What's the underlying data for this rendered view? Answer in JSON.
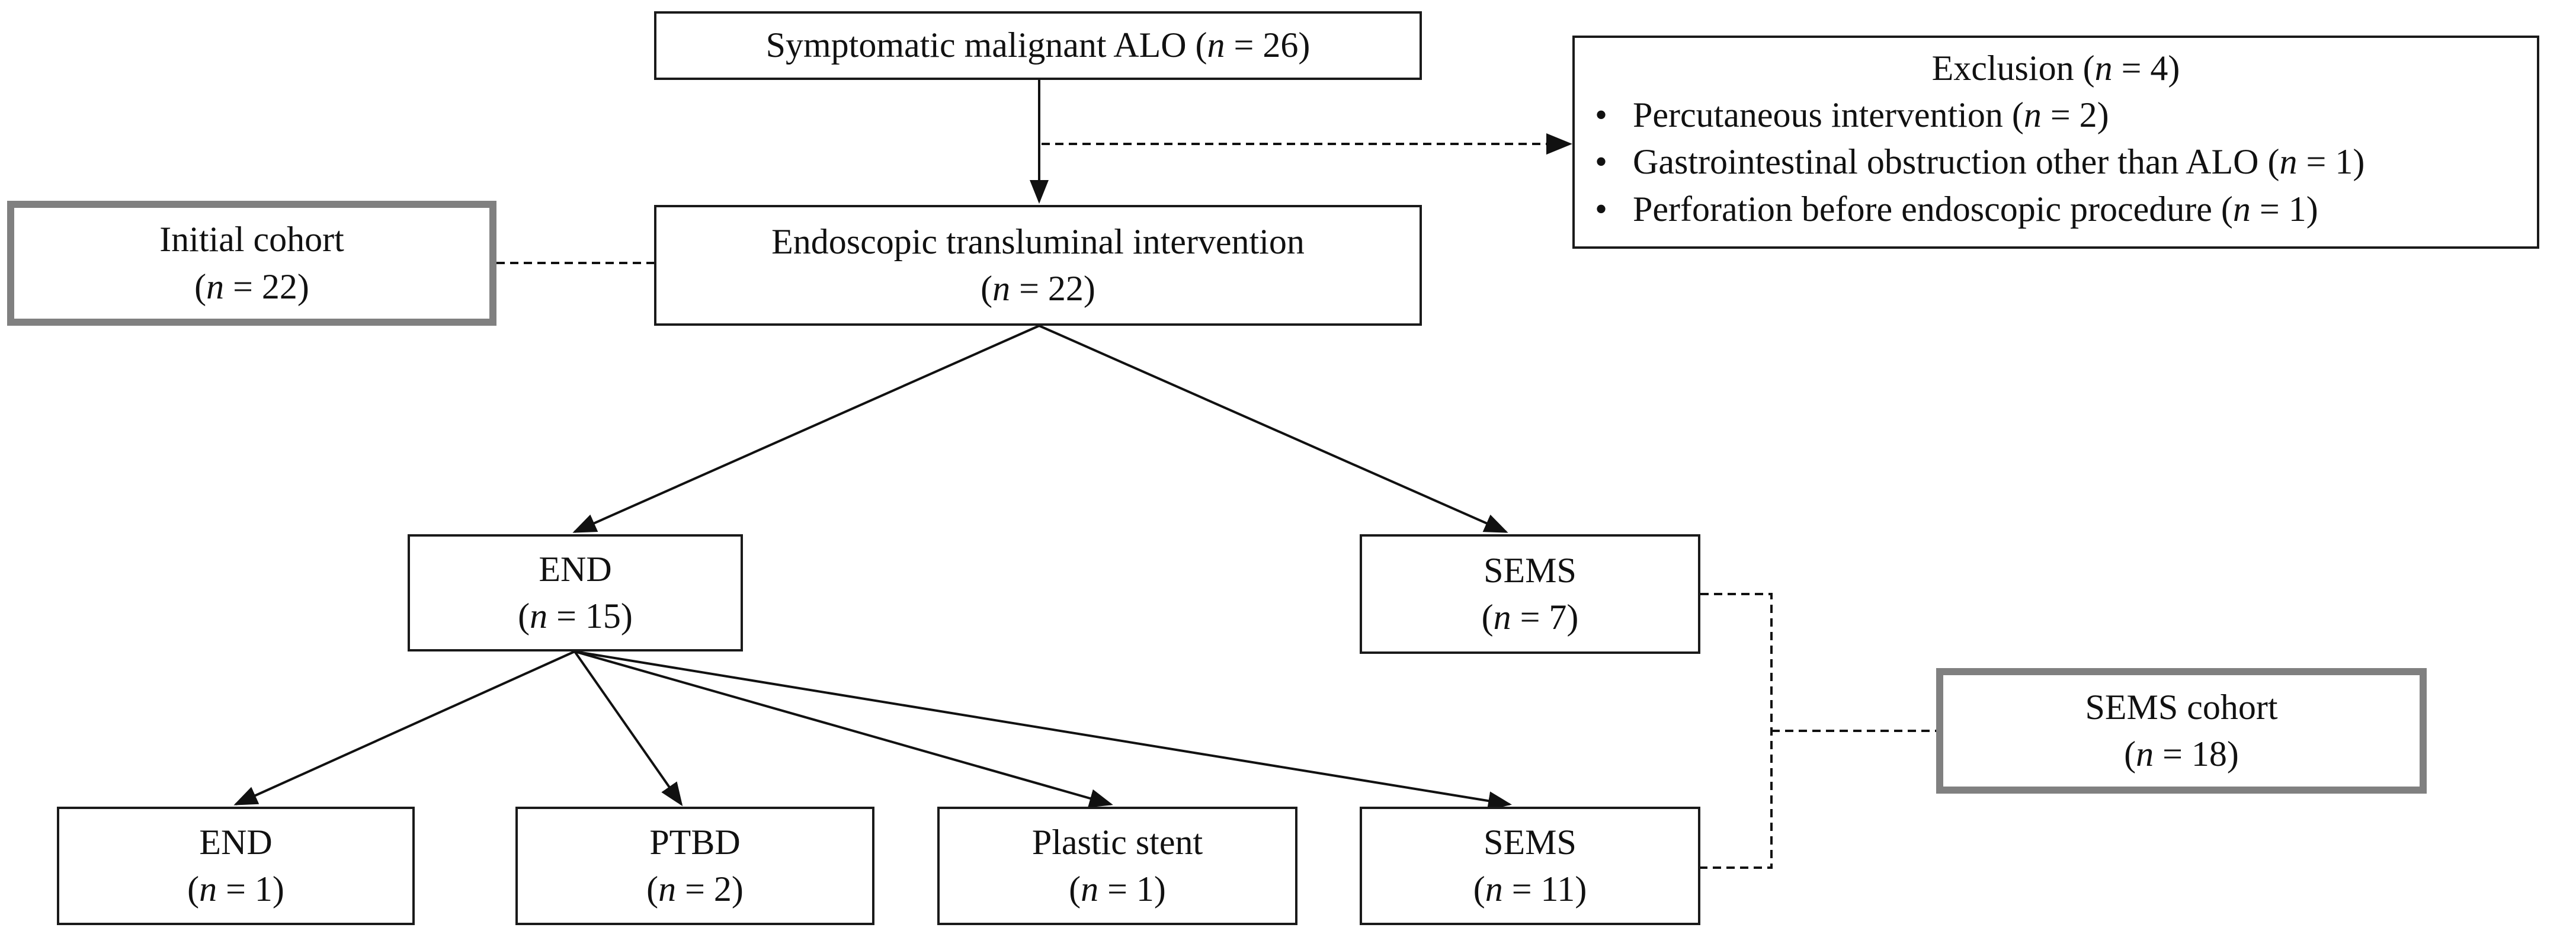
{
  "nodes": {
    "start": {
      "label": "Symptomatic malignant ALO",
      "n": "26"
    },
    "exclusion": {
      "label": "Exclusion",
      "n": " 4",
      "items": [
        {
          "label": "Percutaneous intervention",
          "n": "2"
        },
        {
          "label": "Gastrointestinal obstruction other than ALO",
          "n": "1"
        },
        {
          "label": "Perforation before endoscopic procedure",
          "n": "1"
        }
      ]
    },
    "initial_cohort": {
      "label": "Initial cohort",
      "n": "22"
    },
    "endoscopic": {
      "label": "Endoscopic transluminal intervention",
      "n": "22"
    },
    "end": {
      "label": "END",
      "n": "15"
    },
    "sems": {
      "label": "SEMS",
      "n": "7"
    },
    "sems_cohort": {
      "label": "SEMS cohort",
      "n": "18"
    },
    "end_end": {
      "label": "END",
      "n": "1"
    },
    "end_ptbd": {
      "label": "PTBD",
      "n": "2"
    },
    "end_plastic": {
      "label": "Plastic stent",
      "n": "1"
    },
    "end_sems": {
      "label": "SEMS",
      "n": "11"
    }
  },
  "n_symbol": "n",
  "n_separator": " = "
}
